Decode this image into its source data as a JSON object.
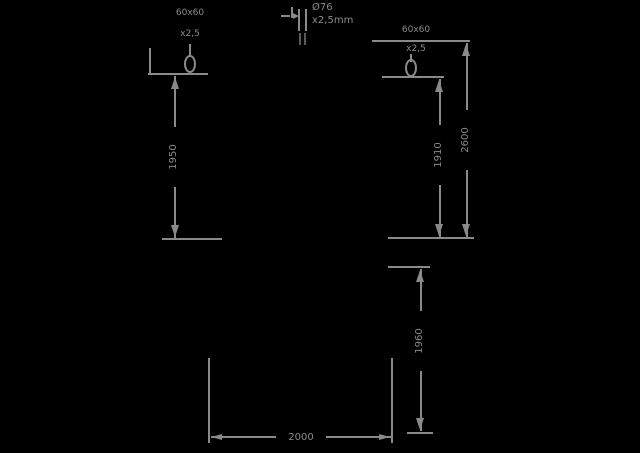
{
  "colors": {
    "background": "#000000",
    "line": "#8a8a8a"
  },
  "front_view": {
    "left_post_label": {
      "line1": "60x60",
      "line2": "x2,5"
    },
    "center_tube_label": {
      "line1": "Ø76",
      "line2": "x2,5mm"
    },
    "right_post_label": {
      "line1": "60x60",
      "line2": "x2,5"
    },
    "dim_left_height": "1950",
    "dim_right_inner_height": "1910",
    "dim_total_height": "2600"
  },
  "plan_view": {
    "dim_depth": "1960",
    "dim_width": "2000"
  }
}
